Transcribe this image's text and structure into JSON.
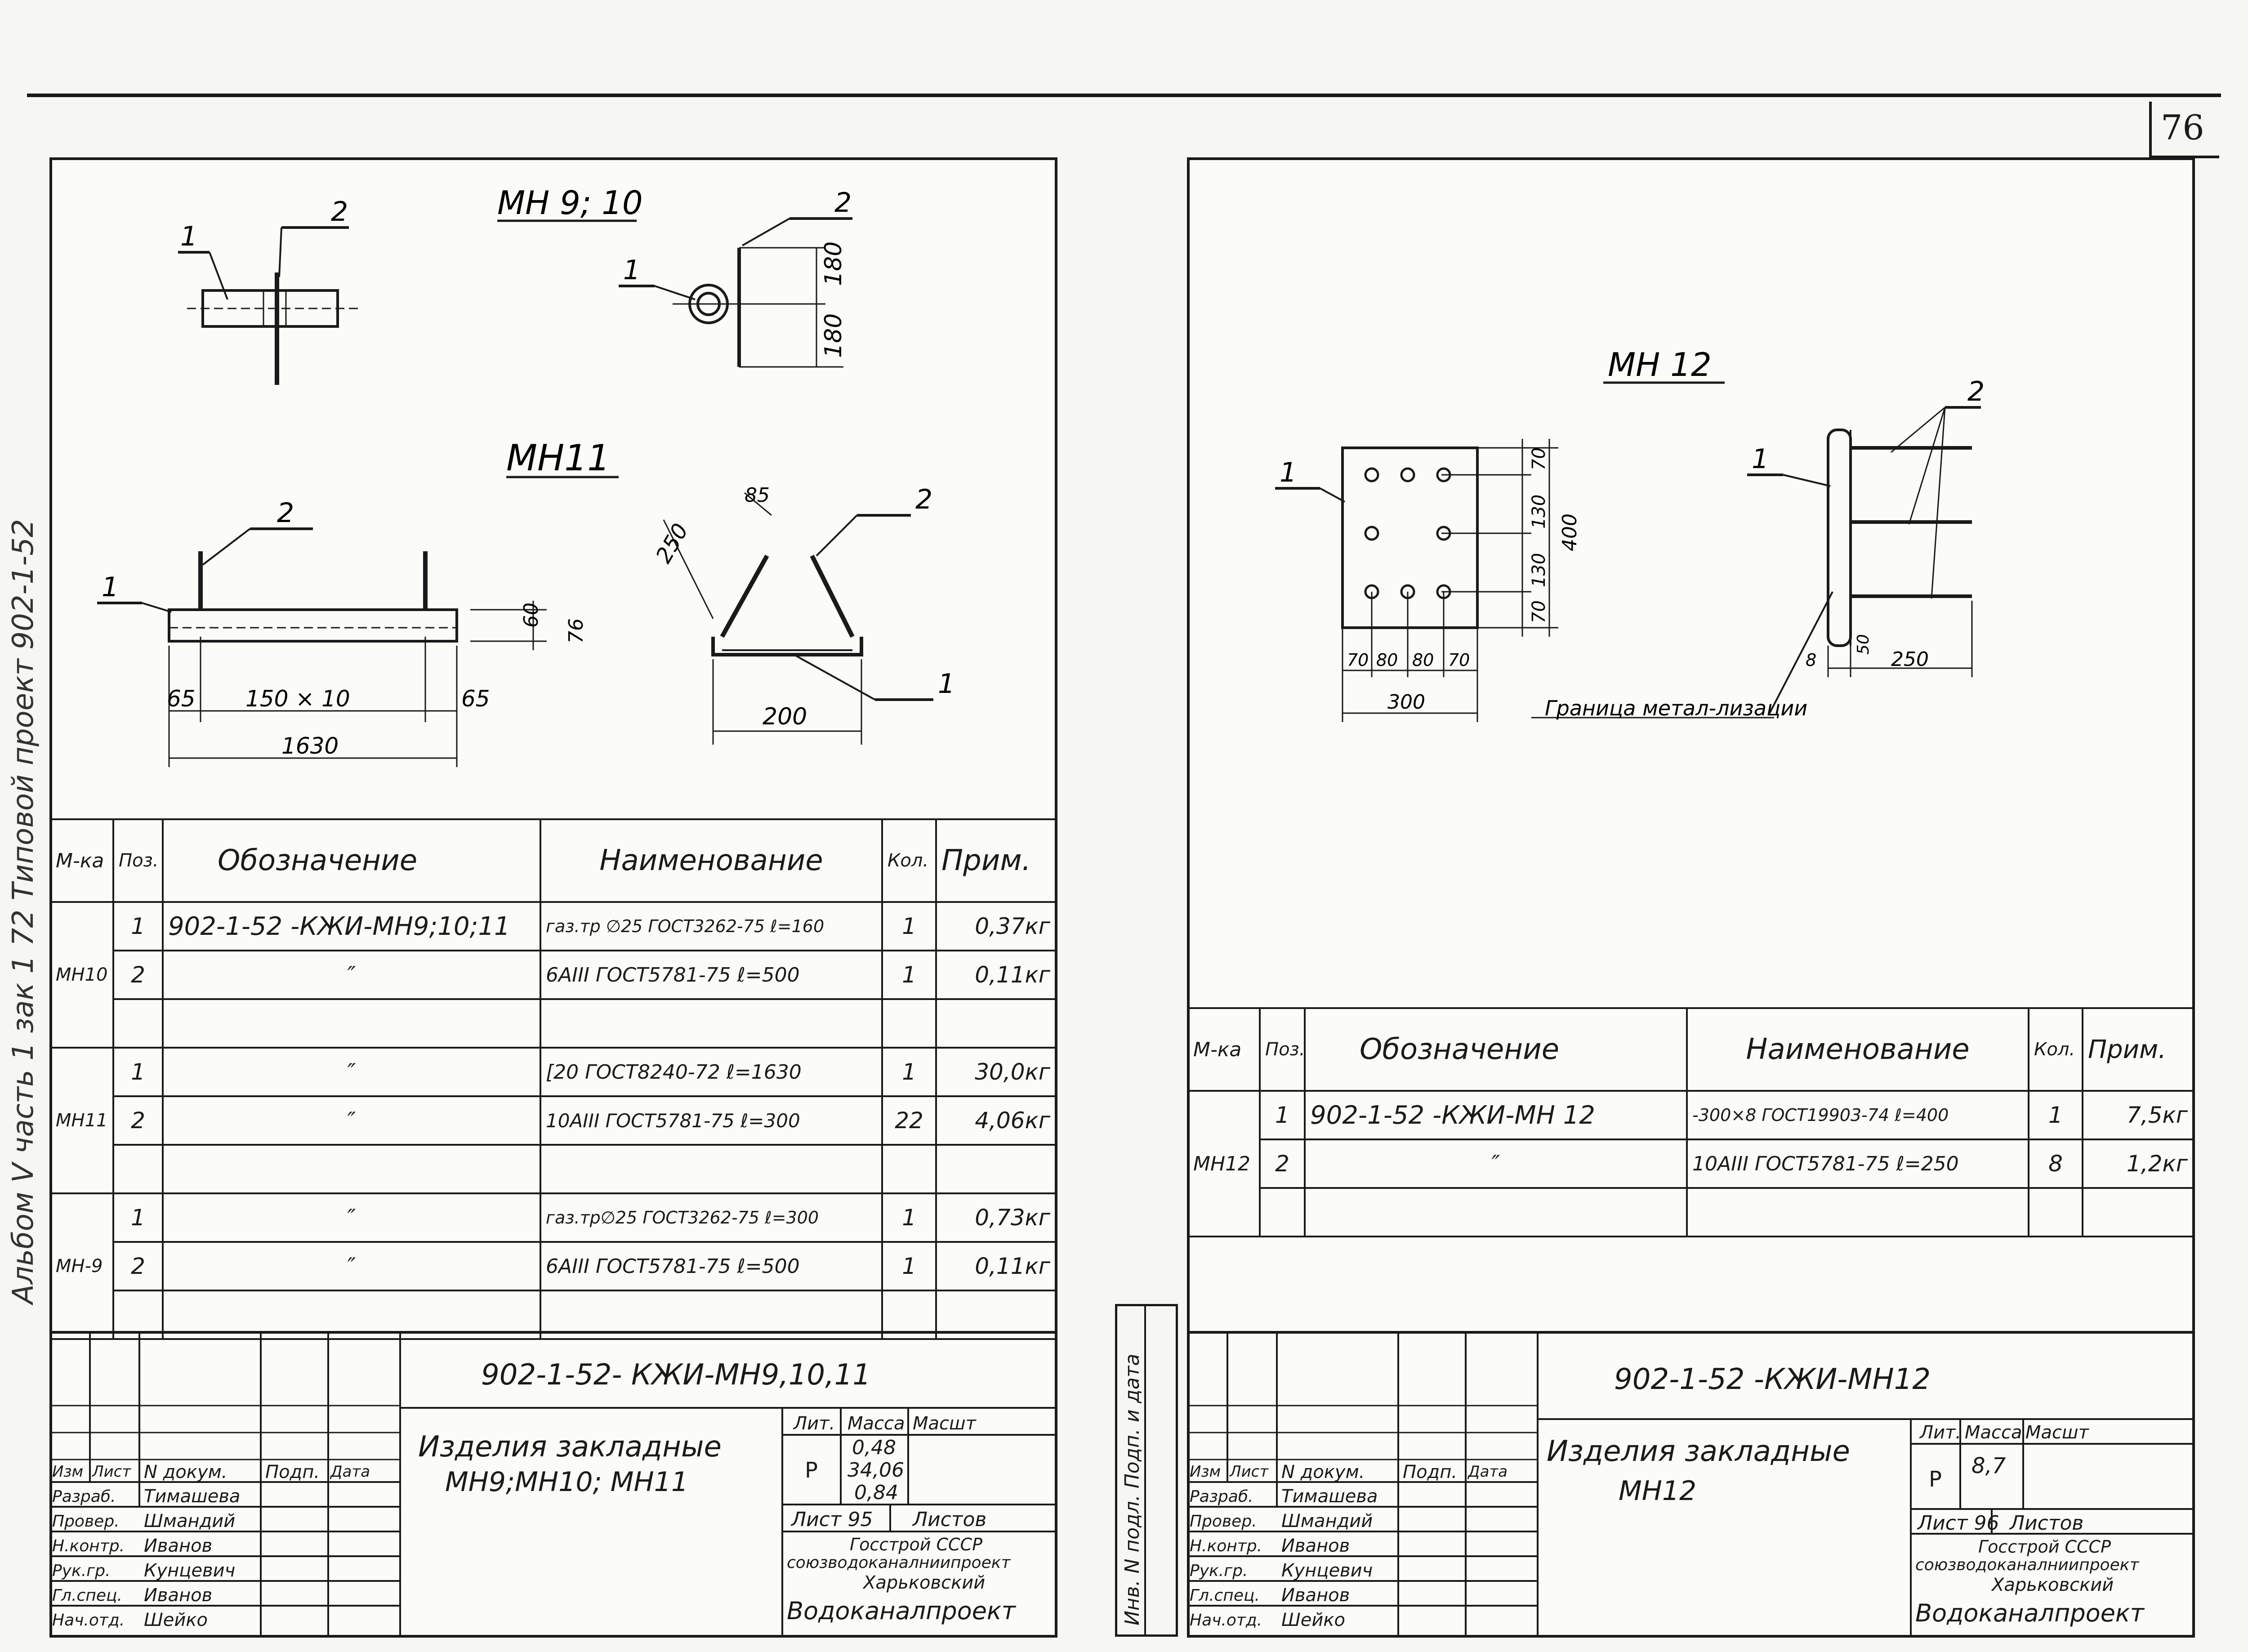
{
  "sheet_number": "76",
  "side_text": "Альбом V часть 1 зак 1 72 Типовой проект 902-1-52",
  "left": {
    "drawing_titles": [
      "МН 9; 10",
      "МН11"
    ],
    "dims_mn910": [
      "180",
      "180"
    ],
    "dims_mn11": [
      "65",
      "150 × 10",
      "65",
      "1630",
      "60",
      "76",
      "250",
      "85",
      "200"
    ],
    "pos_labels": [
      "1",
      "2"
    ],
    "spec": {
      "headers": [
        "М-ка",
        "Поз.",
        "Обозначение",
        "Наименование",
        "Кол.",
        "Прим."
      ],
      "groups": [
        {
          "mark": "МН10",
          "rows": [
            [
              "1",
              "902-1-52 -КЖИ-МН9;10;11",
              "газ.тр ∅25 ГОСТ3262-75 ℓ=160",
              "1",
              "0,37кг"
            ],
            [
              "2",
              "″",
              "6AIII ГОСТ5781-75 ℓ=500",
              "1",
              "0,11кг"
            ],
            [
              "",
              "",
              "",
              "",
              ""
            ]
          ]
        },
        {
          "mark": "МН11",
          "rows": [
            [
              "1",
              "″",
              "[20 ГОСТ8240-72 ℓ=1630",
              "1",
              "30,0кг"
            ],
            [
              "2",
              "″",
              "10AIII ГОСТ5781-75 ℓ=300",
              "22",
              "4,06кг"
            ],
            [
              "",
              "",
              "",
              "",
              ""
            ]
          ]
        },
        {
          "mark": "МН-9",
          "rows": [
            [
              "1",
              "″",
              "газ.тр∅25 ГОСТ3262-75 ℓ=300",
              "1",
              "0,73кг"
            ],
            [
              "2",
              "″",
              "6AIII ГОСТ5781-75 ℓ=500",
              "1",
              "0,11кг"
            ],
            [
              "",
              "",
              "",
              "",
              ""
            ]
          ]
        }
      ]
    },
    "title_block": {
      "code": "902-1-52- КЖИ-МН9,10,11",
      "title_line1": "Изделия закладные",
      "title_line2": "МН9;МН10; МН11",
      "col_headers": [
        "Изм",
        "Лист",
        "N докум.",
        "Подп.",
        "Дата"
      ],
      "people": [
        [
          "Разраб.",
          "Тимашева"
        ],
        [
          "Провер.",
          "Шмандий"
        ],
        [
          "Н.контр.",
          "Иванов"
        ],
        [
          "Рук.гр.",
          "Кунцевич"
        ],
        [
          "Гл.спец.",
          "Иванов"
        ],
        [
          "Нач.отд.",
          "Шейко"
        ]
      ],
      "lit_label": "Лит.",
      "mass_label": "Масса",
      "scale_label": "Масшт",
      "lit_value": "Р",
      "mass_values": [
        "0,48",
        "34,06",
        "0,84"
      ],
      "sheet_label": "Лист 95",
      "sheets_label": "Листов",
      "org": [
        "Госстрой СССР",
        "союзводоканалниипроект",
        "Харьковский",
        "Водоканалпроект"
      ]
    }
  },
  "right": {
    "drawing_title": "МН 12",
    "dims": [
      "70",
      "130",
      "130",
      "70",
      "400",
      "70",
      "80",
      "80",
      "70",
      "300",
      "8",
      "250",
      "50"
    ],
    "boundary_label": "Граница метал-лизации",
    "spec": {
      "headers": [
        "М-ка",
        "Поз.",
        "Обозначение",
        "Наименование",
        "Кол.",
        "Прим."
      ],
      "groups": [
        {
          "mark": "МН12",
          "rows": [
            [
              "1",
              "902-1-52 -КЖИ-МН 12",
              "-300×8 ГОСТ19903-74 ℓ=400",
              "1",
              "7,5кг"
            ],
            [
              "2",
              "″",
              "10AIII ГОСТ5781-75 ℓ=250",
              "8",
              "1,2кг"
            ],
            [
              "",
              "",
              "",
              "",
              ""
            ]
          ]
        }
      ]
    },
    "side_stamp": "Инв. N подл. Подп. и дата",
    "title_block": {
      "code": "902-1-52 -КЖИ-МН12",
      "title_line1": "Изделия закладные",
      "title_line2": "МН12",
      "col_headers": [
        "Изм",
        "Лист",
        "N докум.",
        "Подп.",
        "Дата"
      ],
      "people": [
        [
          "Разраб.",
          "Тимашева"
        ],
        [
          "Провер.",
          "Шмандий"
        ],
        [
          "Н.контр.",
          "Иванов"
        ],
        [
          "Рук.гр.",
          "Кунцевич"
        ],
        [
          "Гл.спец.",
          "Иванов"
        ],
        [
          "Нач.отд.",
          "Шейко"
        ]
      ],
      "lit_label": "Лит.",
      "mass_label": "Масса",
      "scale_label": "Масшт",
      "lit_value": "Р",
      "mass_values": [
        "8,7"
      ],
      "sheet_label": "Лист 96",
      "sheets_label": "Листов",
      "org": [
        "Госстрой СССР",
        "союзводоканалниипроект",
        "Харьковский",
        "Водоканалпроект"
      ]
    }
  }
}
